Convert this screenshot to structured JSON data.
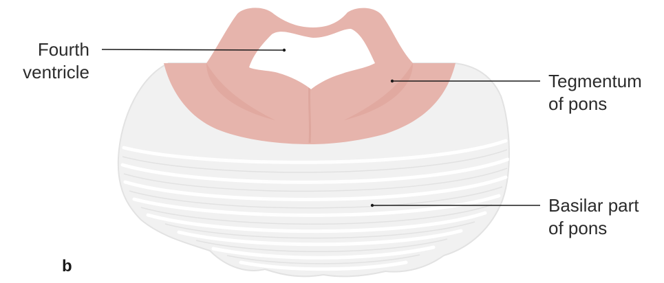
{
  "figure": {
    "panel_letter": "b",
    "colors": {
      "tegmentum": "#e6b4ac",
      "tegmentum_shade": "#d99e95",
      "basilar": "#f2f2f2",
      "basilar_stripe": "#ffffff",
      "leader_line": "#1a1a1a"
    },
    "labels": [
      {
        "id": "fourth-ventricle",
        "lines": [
          "Fourth",
          "ventricle"
        ]
      },
      {
        "id": "tegmentum-of-pons",
        "lines": [
          "Tegmentum",
          "of pons"
        ]
      },
      {
        "id": "basilar-part-of-pons",
        "lines": [
          "Basilar part",
          "of pons"
        ]
      }
    ]
  }
}
